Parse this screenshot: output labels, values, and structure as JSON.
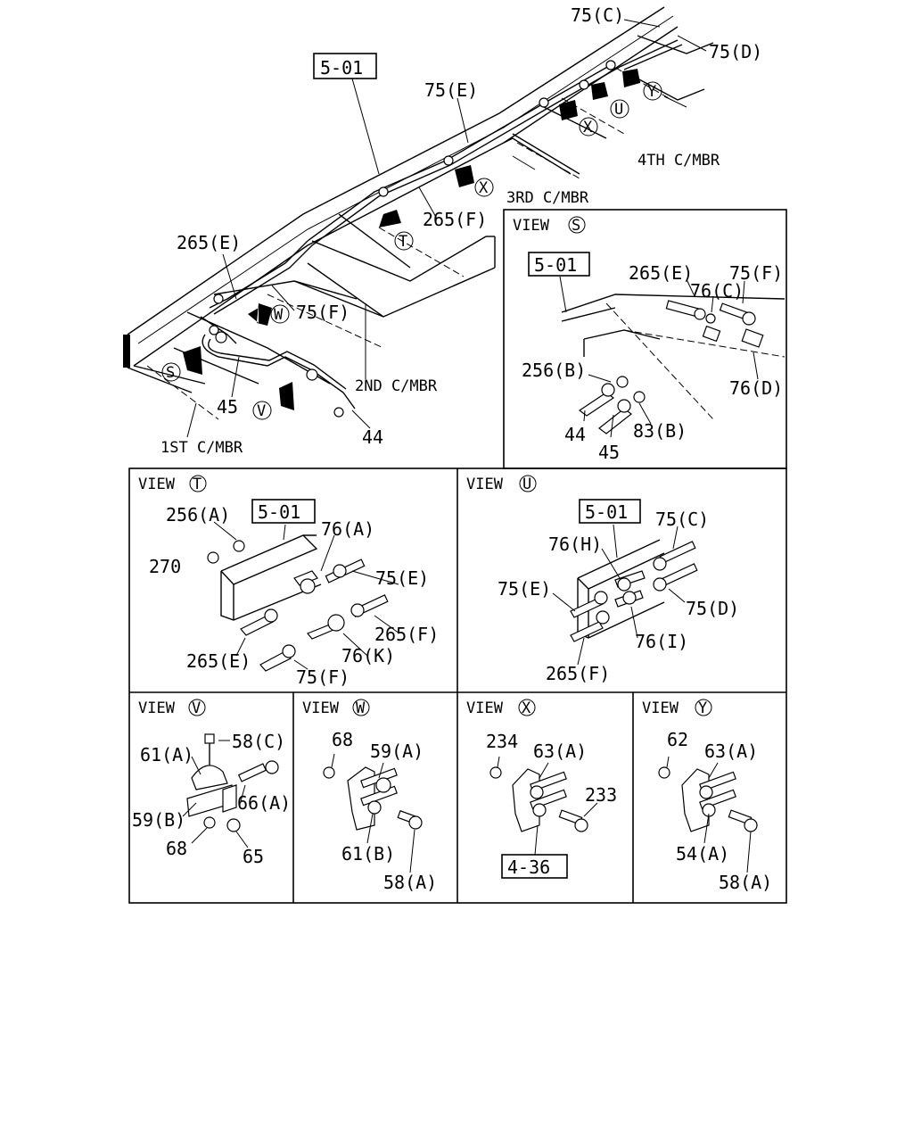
{
  "main": {
    "callouts": {
      "c75C": "75(C)",
      "c75D": "75(D)",
      "c75E": "75(E)",
      "c265F": "265(F)",
      "c265E": "265(E)",
      "c75F": "75(F)",
      "c45": "45",
      "c44": "44"
    },
    "ref_box": "5-01",
    "members": {
      "m1": "1ST C/MBR",
      "m2": "2ND C/MBR",
      "m3": "3RD C/MBR",
      "m4": "4TH C/MBR"
    },
    "view_markers": {
      "s": "S",
      "t": "T",
      "u": "U",
      "v": "V",
      "w": "W",
      "x": "X",
      "y": "Y"
    }
  },
  "view_s": {
    "title": "VIEW",
    "marker": "S",
    "ref_box": "5-01",
    "labels": {
      "l265E": "265(E)",
      "l75F": "75(F)",
      "l76C": "76(C)",
      "l256B": "256(B)",
      "l76D": "76(D)",
      "l44": "44",
      "l83B": "83(B)",
      "l45": "45"
    }
  },
  "view_t": {
    "title": "VIEW",
    "marker": "T",
    "ref_box": "5-01",
    "labels": {
      "l256A": "256(A)",
      "l270": "270",
      "l76A": "76(A)",
      "l75E": "75(E)",
      "l265F": "265(F)",
      "l76K": "76(K)",
      "l265E": "265(E)",
      "l75F": "75(F)"
    }
  },
  "view_u": {
    "title": "VIEW",
    "marker": "U",
    "ref_box": "5-01",
    "labels": {
      "l75C": "75(C)",
      "l76H": "76(H)",
      "l75E": "75(E)",
      "l75D": "75(D)",
      "l76I": "76(I)",
      "l265F": "265(F)"
    }
  },
  "view_v": {
    "title": "VIEW",
    "marker": "V",
    "labels": {
      "l58C": "58(C)",
      "l61A": "61(A)",
      "l66A": "66(A)",
      "l59B": "59(B)",
      "l68": "68",
      "l65": "65"
    }
  },
  "view_w": {
    "title": "VIEW",
    "marker": "W",
    "labels": {
      "l68": "68",
      "l59A": "59(A)",
      "l61B": "61(B)",
      "l58A": "58(A)"
    }
  },
  "view_x": {
    "title": "VIEW",
    "marker": "X",
    "ref_box": "4-36",
    "labels": {
      "l234": "234",
      "l63A": "63(A)",
      "l233": "233"
    }
  },
  "view_y": {
    "title": "VIEW",
    "marker": "Y",
    "labels": {
      "l62": "62",
      "l63A": "63(A)",
      "l54A": "54(A)",
      "l58A": "58(A)"
    }
  }
}
